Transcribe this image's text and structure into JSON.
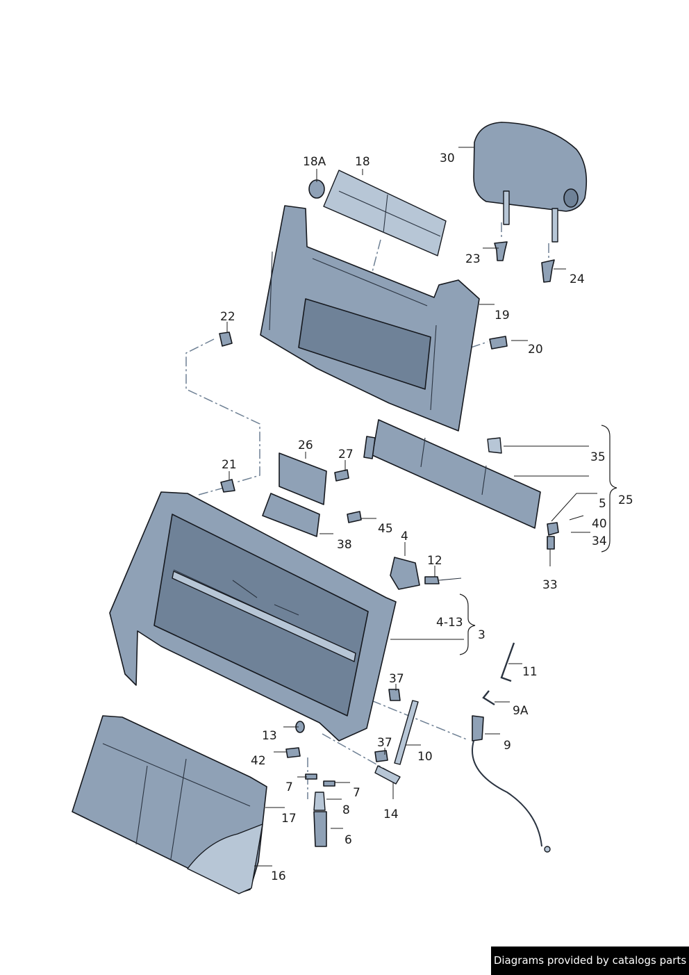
{
  "callouts": [
    "30",
    "18A",
    "18",
    "23",
    "24",
    "19",
    "22",
    "20",
    "26",
    "27",
    "21",
    "35",
    "25",
    "5",
    "40",
    "34",
    "45",
    "38",
    "4",
    "12",
    "33",
    "4-13",
    "3",
    "37",
    "11",
    "9A",
    "13",
    "37",
    "10",
    "9",
    "42",
    "7",
    "7",
    "8",
    "14",
    "17",
    "6",
    "16"
  ],
  "credit": "Diagrams provided by catalogs parts",
  "colors": {
    "part_fill": "#8fa1b6",
    "outline": "#15181e",
    "background": "#ffffff"
  }
}
